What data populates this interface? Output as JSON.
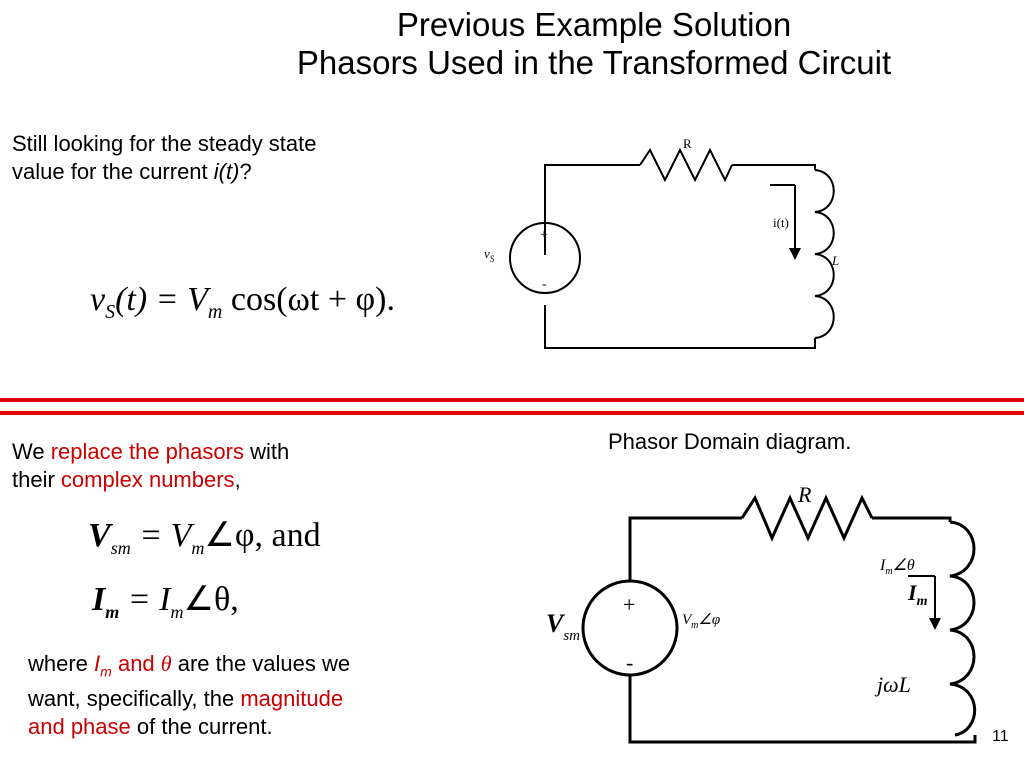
{
  "slide": {
    "title_line1": "Previous Example Solution",
    "title_line2": "Phasors Used in the Transformed Circuit",
    "page_number": "11"
  },
  "top": {
    "text_a": "Still looking for the steady state",
    "text_b": "value for the current ",
    "text_c": "i(t)",
    "text_d": "?",
    "equation": {
      "v": "v",
      "sub_S": "S",
      "t_paren": "(t) = ",
      "V": "V",
      "sub_m": "m",
      "rest": " cos(ωt + φ)."
    },
    "circuit": {
      "r_label": "R",
      "i_label": "i(t)",
      "l_label": "L",
      "plus": "+",
      "minus": "-",
      "vs": "v",
      "vs_sub": "S"
    },
    "accent_color": "#e00000"
  },
  "bottom": {
    "line1_pre": "We ",
    "line1_red": "replace the phasors",
    "line1_post": " with",
    "line2_pre": "their ",
    "line2_red": "complex numbers",
    "line2_post": ",",
    "eq1": {
      "V": "V",
      "sub": "sm",
      "mid": " = V",
      "sub2": "m",
      "tail": "∠φ,  and"
    },
    "eq2": {
      "I": "I",
      "sub": "m",
      "mid": " = I",
      "sub2": "m",
      "tail": "∠θ,"
    },
    "where_pre": "where ",
    "where_I": "I",
    "where_Isub": "m",
    "where_and": " and ",
    "where_theta": "θ",
    "where_post": " are the values we",
    "want_pre": "want, specifically, the ",
    "want_red": "magnitude",
    "and_phase_red": "and phase",
    "and_phase_post": " of the current.",
    "phasor_domain_caption": "Phasor Domain diagram.",
    "circuit": {
      "r_label": "R",
      "i_phasor": "I",
      "i_phasor_sub": "m",
      "i_phasor_tail": "∠θ",
      "i_bold": "I",
      "i_bold_sub": "m",
      "v_label": "V",
      "v_sub": "m",
      "v_tail": "∠φ",
      "vsm": "V",
      "vsm_sub": "sm",
      "jwl": "jωL",
      "plus": "+",
      "minus": "-"
    }
  }
}
